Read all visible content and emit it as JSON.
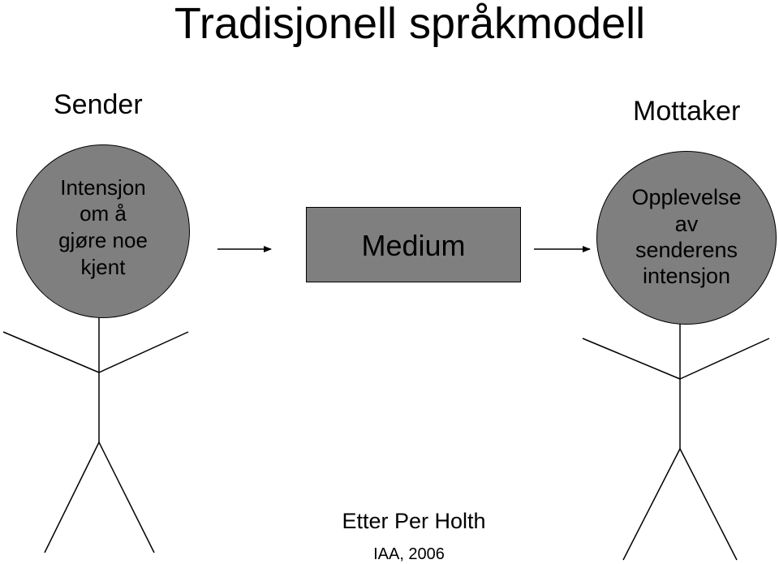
{
  "title": "Tradisjonell språkmodell",
  "sender": {
    "label": "Sender",
    "head_text": "Intensjon\nom å\ngjøre noe\nkjent"
  },
  "receiver": {
    "label": "Mottaker",
    "head_text": "Opplevelse\nav\nsenderens\nintensjon"
  },
  "medium": {
    "label": "Medium"
  },
  "credit": {
    "line1": "Etter Per Holth",
    "line2": "IAA, 2006"
  },
  "colors": {
    "fill": "#7f7f7f",
    "stroke": "#000000",
    "background": "#ffffff"
  }
}
